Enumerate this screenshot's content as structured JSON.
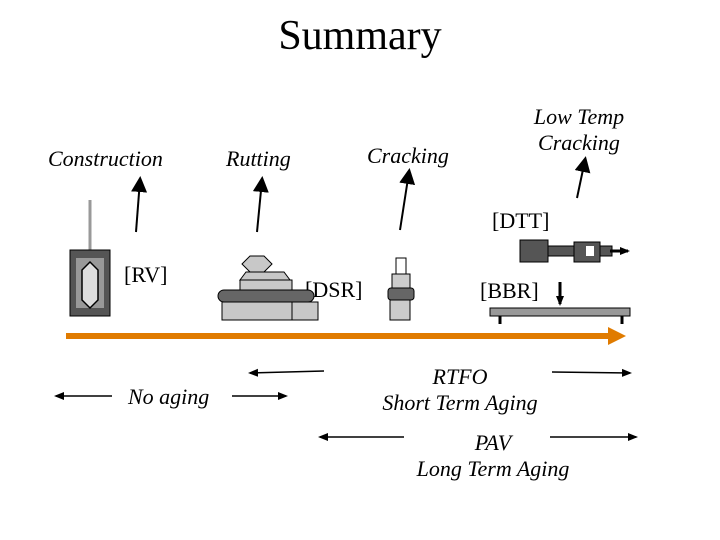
{
  "title": "Summary",
  "properties": {
    "construction": "Construction",
    "rutting": "Rutting",
    "cracking": "Cracking",
    "low_temp_line1": "Low Temp",
    "low_temp_line2": "Cracking"
  },
  "tests": {
    "rv": "[RV]",
    "dsr": "[DSR]",
    "dtt": "[DTT]",
    "bbr": "[BBR]"
  },
  "aging": {
    "none": "No aging",
    "rtfo": "RTFO",
    "rtfo_desc": "Short Term Aging",
    "pav": "PAV",
    "pav_desc": "Long Term Aging"
  },
  "colors": {
    "timeline": "#e07b00",
    "apparatus_dark": "#555555",
    "apparatus_light": "#c8c8c8"
  }
}
